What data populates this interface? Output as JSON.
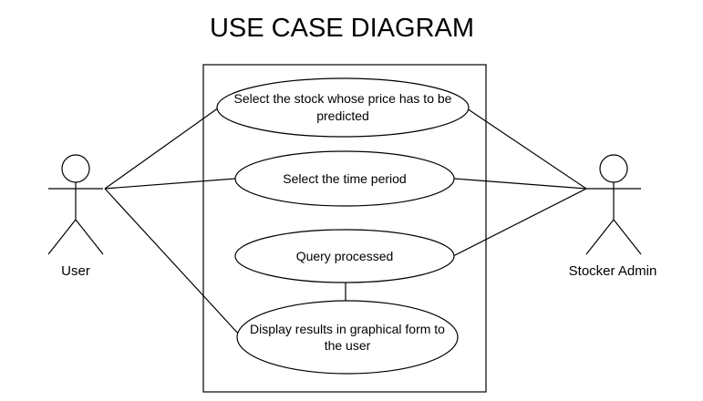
{
  "title": "USE CASE DIAGRAM",
  "actors": {
    "user": "User",
    "admin": "Stocker Admin"
  },
  "use_cases": {
    "select_stock": [
      "Select the stock whose price has to be",
      "predicted"
    ],
    "select_time": [
      "Select the time period"
    ],
    "query": [
      "Query processed"
    ],
    "display": [
      "Display results in graphical form to",
      "the user"
    ]
  }
}
